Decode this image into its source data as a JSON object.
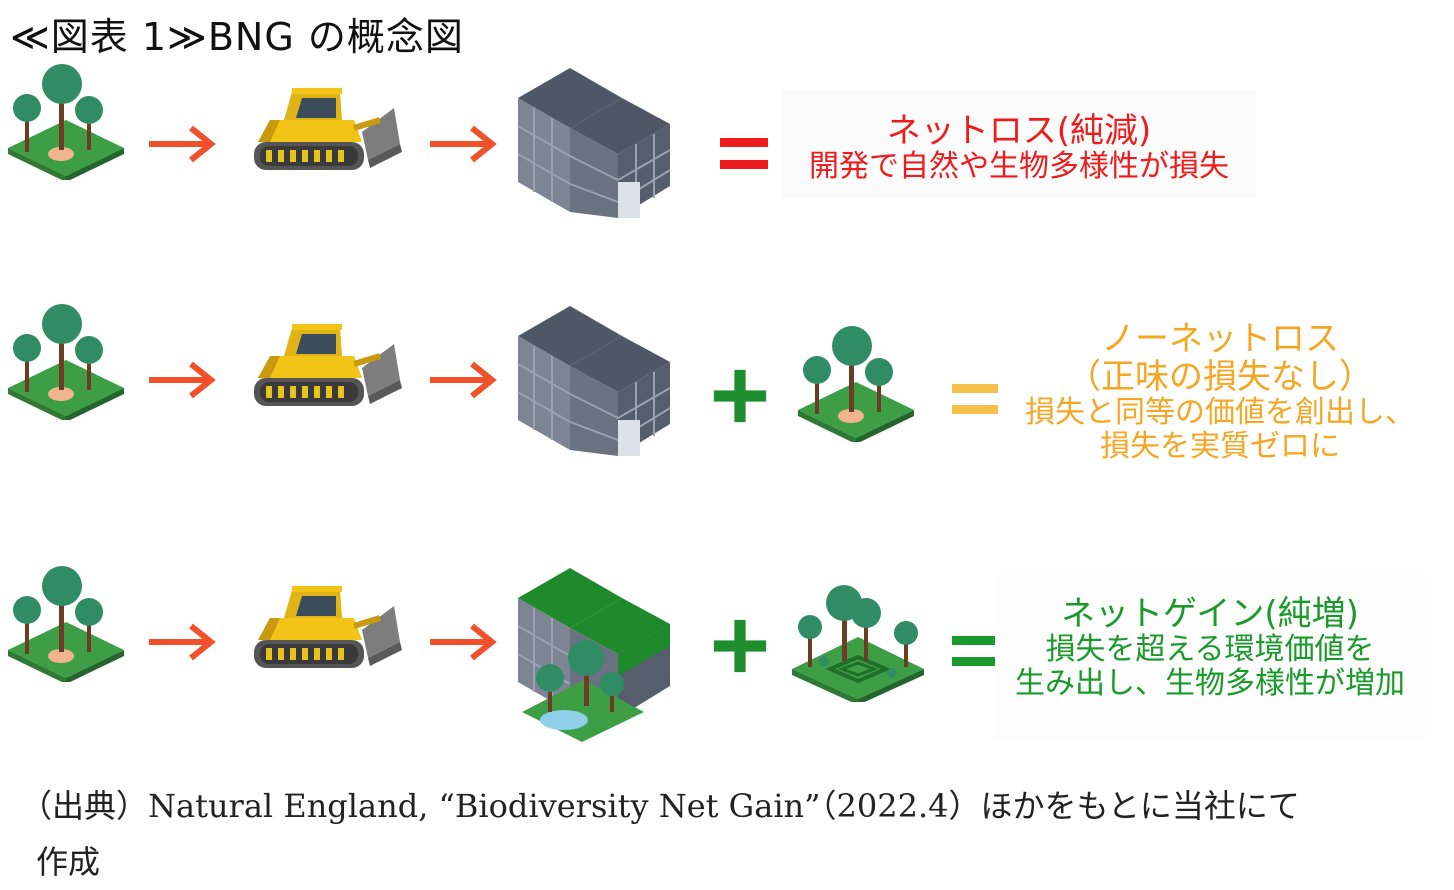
{
  "title": "≪図表 1≫BNG の概念図",
  "rows": [
    {
      "result_title": "ネットロス(純減)",
      "result_lines": [
        "開発で自然や生物多様性が損失"
      ],
      "color": "#ee1c1c"
    },
    {
      "result_title": "ノーネットロス",
      "result_lines": [
        "（正味の損失なし）",
        "損失と同等の価値を創出し、",
        "損失を実質ゼロに"
      ],
      "color": "#f5a623"
    },
    {
      "result_title": "ネットゲイン(純増)",
      "result_lines": [
        "損失を超える環境価値を",
        "生み出し、生物多様性が増加"
      ],
      "color": "#1a9a2a"
    }
  ],
  "icons": [
    "forest-icon",
    "bulldozer-icon",
    "building-icon",
    "green-building-icon",
    "park-icon"
  ],
  "colors": {
    "arrow": "#f0502a",
    "plus": "#1e8e2e",
    "eq_red": "#ee1c1c",
    "eq_orange": "#f5c04a",
    "eq_green": "#1a9a2a"
  },
  "source": {
    "line1": "（出典）Natural England, “Biodiversity Net Gain”（2022.4）ほかをもとに当社にて",
    "line2": "作成"
  }
}
